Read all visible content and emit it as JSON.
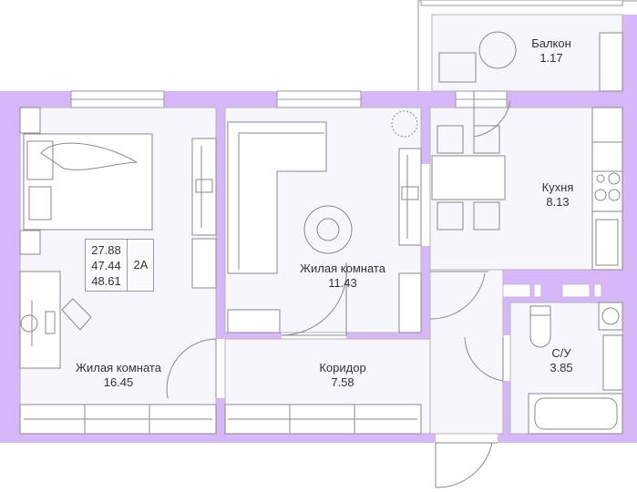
{
  "colors": {
    "wall": "#d6b8f8",
    "floor": "#f6f6fc",
    "line": "#8a8a8a",
    "text": "#333333",
    "door_frame": "#b0b0b0"
  },
  "apartment_info": {
    "living_area": "27.88",
    "total_area": "47.44",
    "total_area_with_balcony": "48.61",
    "type": "2A"
  },
  "rooms": [
    {
      "id": "balcony",
      "name": "Балкон",
      "area": "1.17"
    },
    {
      "id": "bedroom",
      "name": "Жилая комната",
      "area": "16.45"
    },
    {
      "id": "living",
      "name": "Жилая комната",
      "area": "11.43"
    },
    {
      "id": "kitchen",
      "name": "Кухня",
      "area": "8.13"
    },
    {
      "id": "corridor",
      "name": "Коридор",
      "area": "7.58"
    },
    {
      "id": "bathroom",
      "name": "С/У",
      "area": "3.85"
    }
  ]
}
